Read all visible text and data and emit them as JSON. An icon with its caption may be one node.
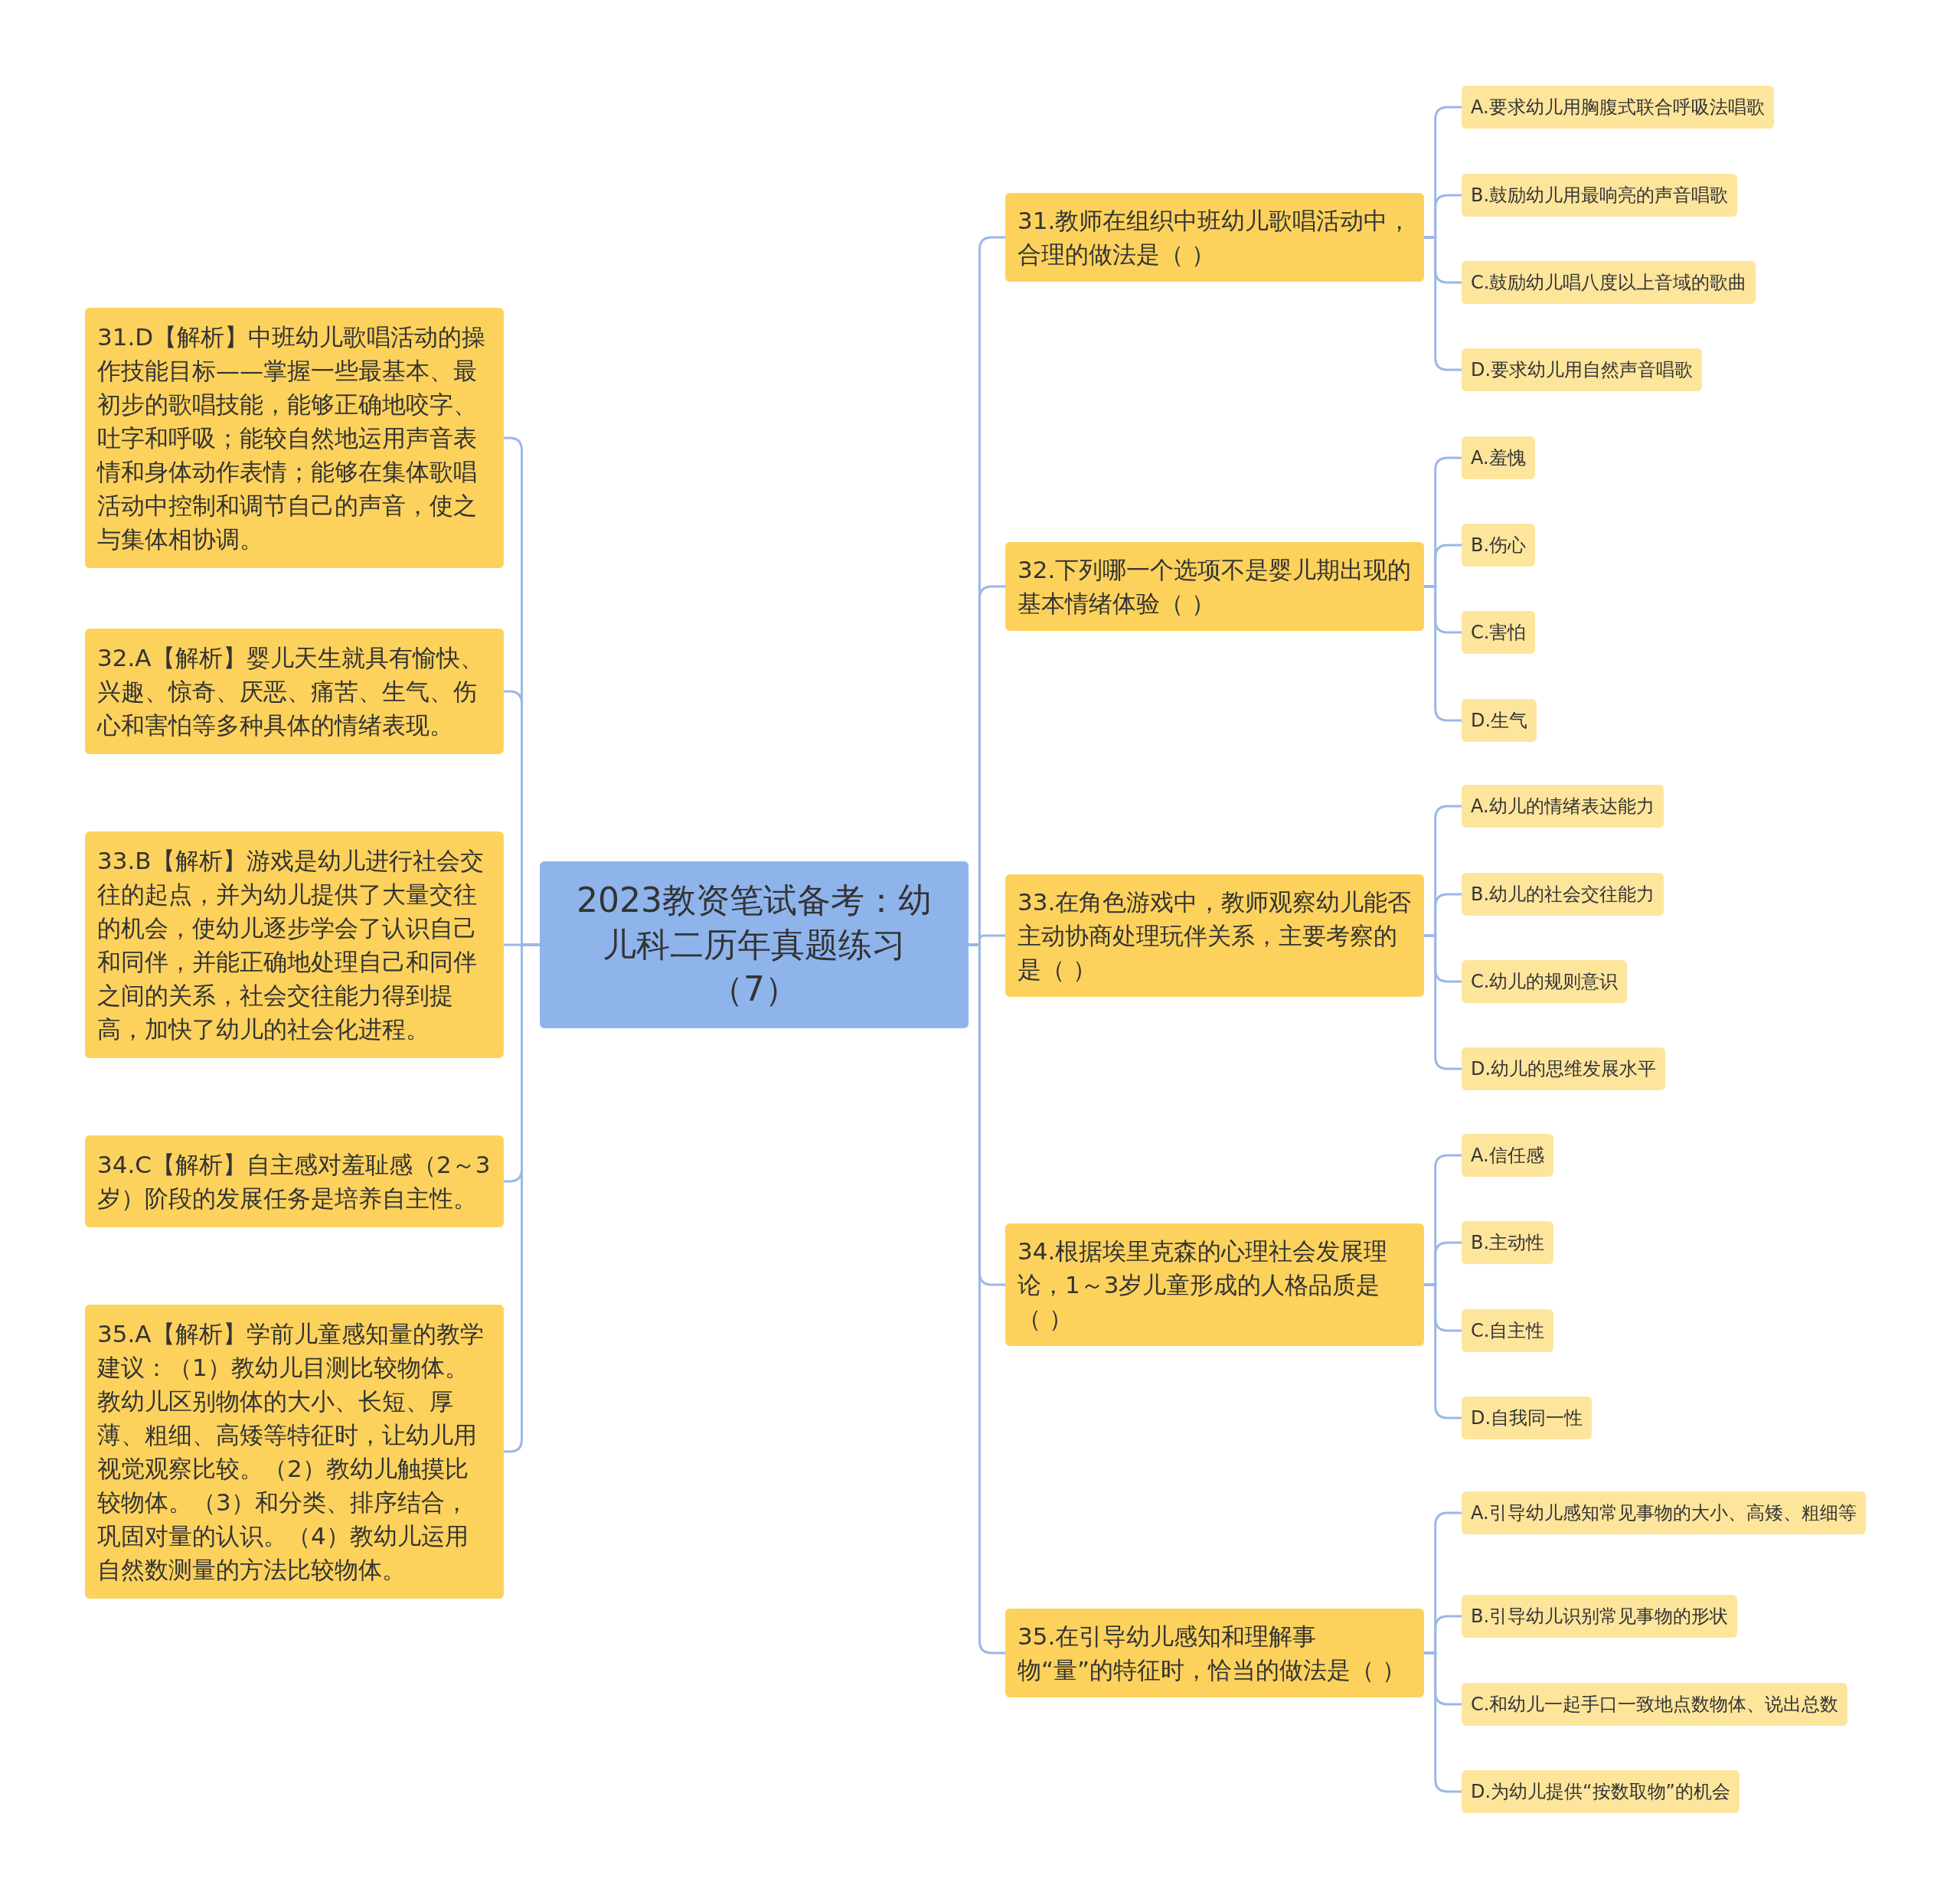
{
  "diagram": {
    "nodes": [
      {
        "text": [
          "2023教资笔试备考：幼儿科二历年真题练习（7）"
        ]
      },
      {
        "text": [
          "31.D【解析】中班幼儿歌唱活动的操作技能目标——掌握一些最基本、最初步的歌唱技能，能够正确地咬字、吐字和呼吸；能较自然地运用声音表情和身体动作表情；能够在集体歌唱活动中控制和调节自己的声音，使之与集体相协调。"
        ]
      },
      {
        "text": [
          "32.A【解析】婴儿天生就具有愉快、兴趣、惊奇、厌恶、痛苦、生气、伤心和害怕等多种具体的情绪表现。"
        ]
      },
      {
        "text": [
          "33.B【解析】游戏是幼儿进行社会交往的起点，并为幼儿提供了大量交往的机会，使幼儿逐步学会了认识自己和同伴，并能正确地处理自己和同伴之间的关系，社会交往能力得到提高，加快了幼儿的社会化进程。"
        ]
      },
      {
        "text": [
          "34.C【解析】自主感对羞耻感（2～3岁）阶段的发展任务是培养自主性。"
        ]
      },
      {
        "text": [
          "35.A【解析】学前儿童感知量的教学建议：（1）教幼儿目测比较物体。教幼儿区别物体的大小、长短、厚薄、粗细、高矮等特征时，让幼儿用视觉观察比较。（2）教幼儿触摸比较物体。（3）和分类、排序结合，巩固对量的认识。（4）教幼儿运用自然数测量的方法比较物体。"
        ]
      },
      {
        "text": [
          "31.教师在组织中班幼儿歌唱活动中，合理的做法是（ ）"
        ]
      },
      {
        "text": [
          "A.要求幼儿用胸腹式联合呼吸法唱歌"
        ]
      },
      {
        "text": [
          "B.鼓励幼儿用最响亮的声音唱歌"
        ]
      },
      {
        "text": [
          "C.鼓励幼儿唱八度以上音域的歌曲"
        ]
      },
      {
        "text": [
          "D.要求幼儿用自然声音唱歌"
        ]
      },
      {
        "text": [
          "32.下列哪一个选项不是婴儿期出现的基本情绪体验（ ）"
        ]
      },
      {
        "text": [
          "A.羞愧"
        ]
      },
      {
        "text": [
          "B.伤心"
        ]
      },
      {
        "text": [
          "C.害怕"
        ]
      },
      {
        "text": [
          "D.生气"
        ]
      },
      {
        "text": [
          "33.在角色游戏中，教师观察幼儿能否主动协商处理玩伴关系，主要考察的是（ ）"
        ]
      },
      {
        "text": [
          "A.幼儿的情绪表达能力"
        ]
      },
      {
        "text": [
          "B.幼儿的社会交往能力"
        ]
      },
      {
        "text": [
          "C.幼儿的规则意识"
        ]
      },
      {
        "text": [
          "D.幼儿的思维发展水平"
        ]
      },
      {
        "text": [
          "34.根据埃里克森的心理社会发展理论，1～3岁儿童形成的人格品质是（ ）"
        ]
      },
      {
        "text": [
          "A.信任感"
        ]
      },
      {
        "text": [
          "B.主动性"
        ]
      },
      {
        "text": [
          "C.自主性"
        ]
      },
      {
        "text": [
          "D.自我同一性"
        ]
      },
      {
        "text": [
          "35.在引导幼儿感知和理解事物“量”的特征时，恰当的做法是（ ）"
        ]
      },
      {
        "text": [
          "A.引导幼儿感知常见事物的大小、高矮、粗细等"
        ]
      },
      {
        "text": [
          "B.引导幼儿识别常见事物的形状"
        ]
      },
      {
        "text": [
          "C.和幼儿一起手口一致地点数物体、说出总数"
        ]
      },
      {
        "text": [
          "D.为幼儿提供“按数取物”的机会"
        ]
      }
    ],
    "edges": [
      {
        "from": 0,
        "to": 1,
        "arrow": "none"
      },
      {
        "from": 0,
        "to": 2,
        "arrow": "none"
      },
      {
        "from": 0,
        "to": 3,
        "arrow": "none"
      },
      {
        "from": 0,
        "to": 4,
        "arrow": "none"
      },
      {
        "from": 0,
        "to": 5,
        "arrow": "none"
      },
      {
        "from": 0,
        "to": 6,
        "arrow": "none"
      },
      {
        "from": 0,
        "to": 11,
        "arrow": "none"
      },
      {
        "from": 0,
        "to": 16,
        "arrow": "none"
      },
      {
        "from": 0,
        "to": 21,
        "arrow": "none"
      },
      {
        "from": 0,
        "to": 26,
        "arrow": "none"
      },
      {
        "from": 6,
        "to": 7,
        "arrow": "none"
      },
      {
        "from": 6,
        "to": 8,
        "arrow": "none"
      },
      {
        "from": 6,
        "to": 9,
        "arrow": "none"
      },
      {
        "from": 6,
        "to": 10,
        "arrow": "none"
      },
      {
        "from": 11,
        "to": 12,
        "arrow": "none"
      },
      {
        "from": 11,
        "to": 13,
        "arrow": "none"
      },
      {
        "from": 11,
        "to": 14,
        "arrow": "none"
      },
      {
        "from": 11,
        "to": 15,
        "arrow": "none"
      },
      {
        "from": 16,
        "to": 17,
        "arrow": "none"
      },
      {
        "from": 16,
        "to": 18,
        "arrow": "none"
      },
      {
        "from": 16,
        "to": 19,
        "arrow": "none"
      },
      {
        "from": 16,
        "to": 20,
        "arrow": "none"
      },
      {
        "from": 21,
        "to": 22,
        "arrow": "none"
      },
      {
        "from": 21,
        "to": 23,
        "arrow": "none"
      },
      {
        "from": 21,
        "to": 24,
        "arrow": "none"
      },
      {
        "from": 21,
        "to": 25,
        "arrow": "none"
      },
      {
        "from": 26,
        "to": 27,
        "arrow": "none"
      },
      {
        "from": 26,
        "to": 28,
        "arrow": "none"
      },
      {
        "from": 26,
        "to": 29,
        "arrow": "none"
      },
      {
        "from": 26,
        "to": 30,
        "arrow": "none"
      }
    ]
  }
}
